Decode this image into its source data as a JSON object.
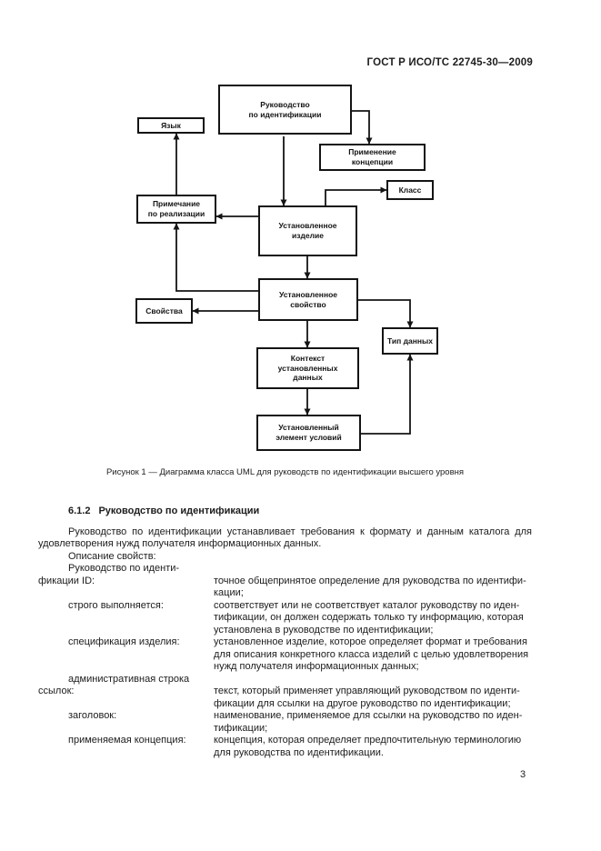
{
  "header": {
    "standard_code": "ГОСТ Р ИСО/ТС 22745-30—2009"
  },
  "diagram": {
    "boxes": {
      "rukovodstvo": "Руководство\nпо идентификации",
      "yazyk": "Язык",
      "primenenie_koncepcii": "Применение\nконцепции",
      "klass": "Класс",
      "primechanie_po_realizacii": "Примечание\nпо реализации",
      "ustanovlennoe_izdelie": "Установленное\nизделие",
      "ustanovlennoe_svojstvo": "Установленное\nсвойство",
      "svojstva": "Свойства",
      "tip_dannyh": "Тип данных",
      "kontekst": "Контекст\nустановленных\nданных",
      "element_uslovij": "Установленный\nэлемент условий"
    },
    "caption": "Рисунок 1 — Диаграмма класса UML для руководств по идентификации высшего уровня"
  },
  "section": {
    "heading_number": "6.1.2",
    "heading_title": "Руководство по идентификации",
    "paragraph": "Руководство по идентификации устанавливает требования к формату и данным каталога для удовлетворения нужд получателя информационных данных.",
    "properties_label": "Описание свойств:",
    "rows": [
      {
        "term1": "Руководство по иденти-",
        "term2": "фикации ID:",
        "def": "точное общепринятое определение для руководства по идентифи-\nкации;"
      },
      {
        "term1": "строго выполняется:",
        "def": "соответствует или не соответствует каталог руководству по иден-\nтификации, он должен содержать только ту информацию, которая\nустановлена в руководстве по идентификации;"
      },
      {
        "term1": "спецификация изделия:",
        "def": "установленное изделие, которое определяет формат и требования\nдля описания конкретного класса изделий с целью удовлетворения\nнужд получателя информационных данных;"
      },
      {
        "term1": "административная строка",
        "term2": "ссылок:",
        "def": "текст, который применяет управляющий руководством по иденти-\nфикации для ссылки на другое руководство по идентификации;"
      },
      {
        "term1": "заголовок:",
        "def": "наименование, применяемое для ссылки на руководство по иден-\nтификации;"
      },
      {
        "term1": "применяемая концепция:",
        "def": "концепция, которая определяет предпочтительную терминологию\nдля руководства по идентификации."
      }
    ]
  },
  "footer": {
    "page_number": "3"
  }
}
